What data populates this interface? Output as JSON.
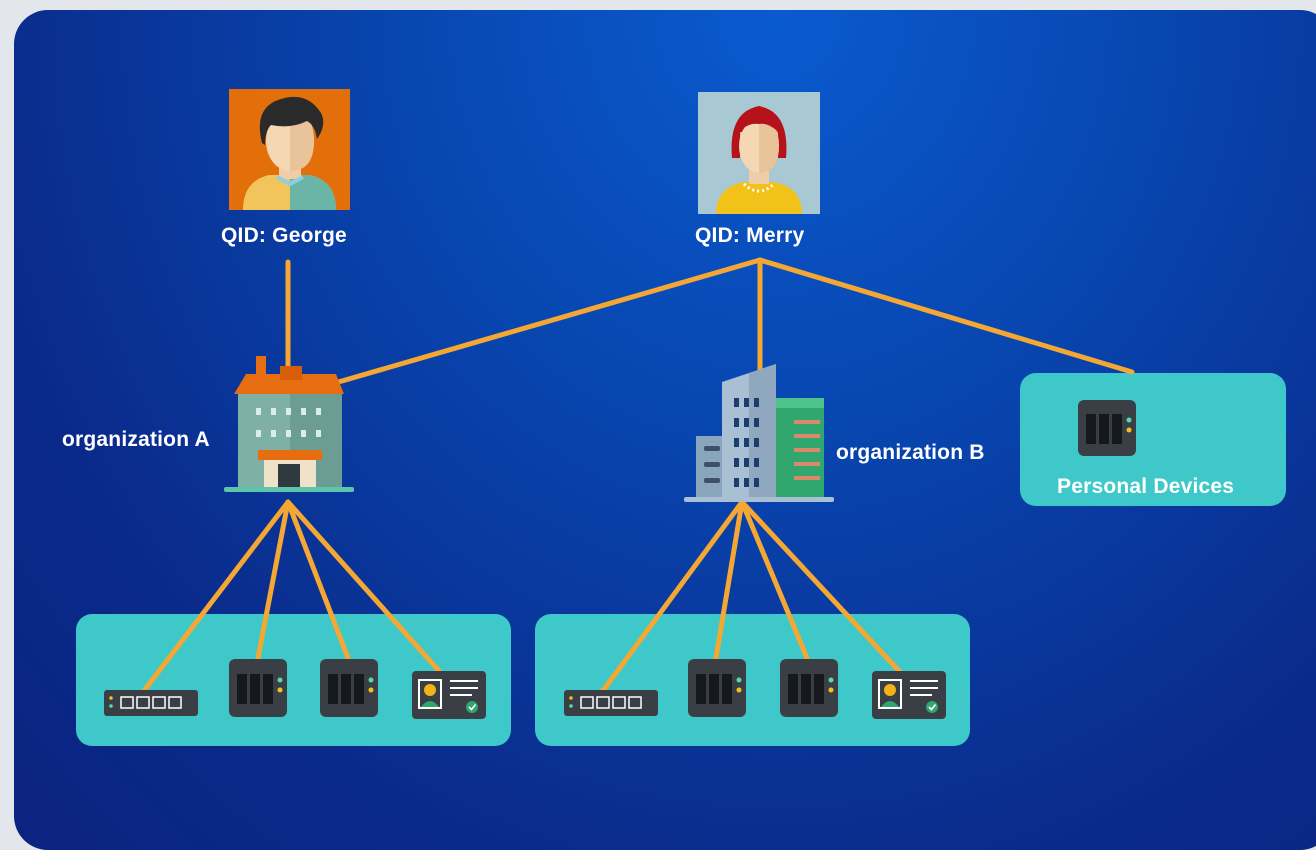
{
  "users": {
    "george": {
      "label": "QID: George"
    },
    "merry": {
      "label": "QID: Merry"
    }
  },
  "organizations": {
    "a": {
      "label": "organization A"
    },
    "b": {
      "label": "organization B"
    }
  },
  "personal_devices": {
    "label": "Personal Devices"
  },
  "colors": {
    "background": "#0846b0",
    "connector": "#f5a733",
    "device_box": "#3ec8c9"
  },
  "icons": {
    "user_male": "avatar-george-icon",
    "user_female": "avatar-merry-icon",
    "org_a": "building-classic-icon",
    "org_b": "building-modern-icon",
    "switch": "network-switch-icon",
    "nas": "nas-server-icon",
    "id_card": "id-card-icon"
  }
}
